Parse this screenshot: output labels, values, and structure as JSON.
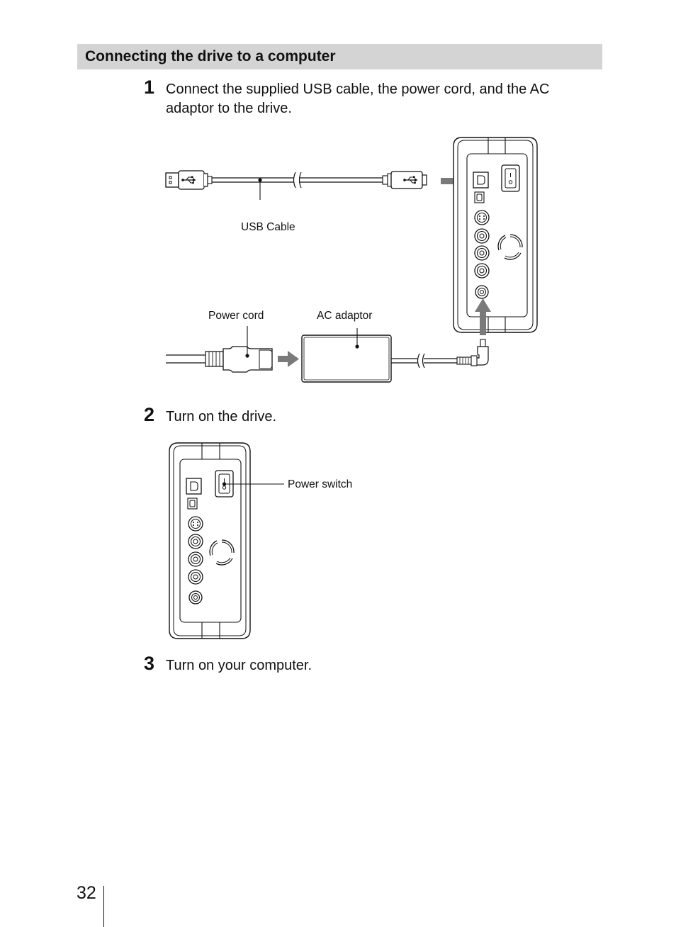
{
  "section": {
    "title": "Connecting the drive to a computer"
  },
  "steps": [
    {
      "number": "1",
      "text": "Connect the supplied USB cable, the power cord, and the AC adaptor to the drive."
    },
    {
      "number": "2",
      "text": "Turn on the drive."
    },
    {
      "number": "3",
      "text": "Turn on your computer."
    }
  ],
  "figure1": {
    "usb_cable_label": "USB Cable",
    "power_cord_label": "Power cord",
    "ac_adaptor_label": "AC adaptor"
  },
  "figure2": {
    "power_switch_label": "Power switch"
  },
  "footer": {
    "page_number": "32"
  },
  "colors": {
    "header_bar": "#d4d4d4",
    "arrow": "#7a7a7a",
    "line": "#111111"
  },
  "icons": [
    "usb-symbol-icon",
    "arrow-right-icon",
    "arrow-up-icon"
  ]
}
